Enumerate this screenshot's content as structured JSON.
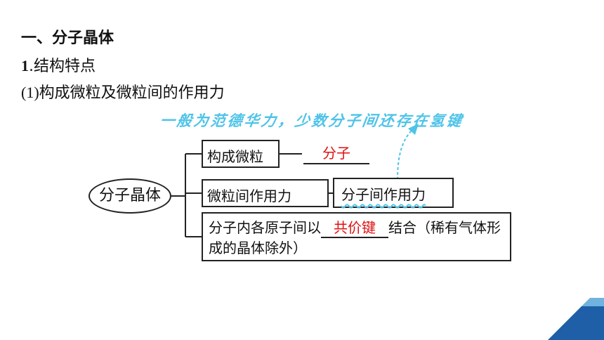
{
  "section_heading": "一、分子晶体",
  "subheading": {
    "number": "1",
    "text": ".结构特点"
  },
  "sub_subheading": {
    "paren": "(1)",
    "text": "构成微粒及微粒间的作用力"
  },
  "annotation": "一般为范德华力，少数分子间还存在氢键",
  "diagram": {
    "root": "分子晶体",
    "branch_composition": {
      "label": "构成微粒",
      "answer": "分子"
    },
    "branch_force": {
      "label": "微粒间作用力",
      "answer": "分子间作用力"
    },
    "branch_bond": {
      "prefix": "分子内各原子间以",
      "answer": "共价键",
      "suffix": "结合（稀有气体形成的晶体除外）"
    }
  },
  "colors": {
    "answer_red": "#e01010",
    "annotation_blue": "#4fc3e8",
    "corner_dark": "#1e5fa8",
    "corner_light": "#6fb3de"
  }
}
